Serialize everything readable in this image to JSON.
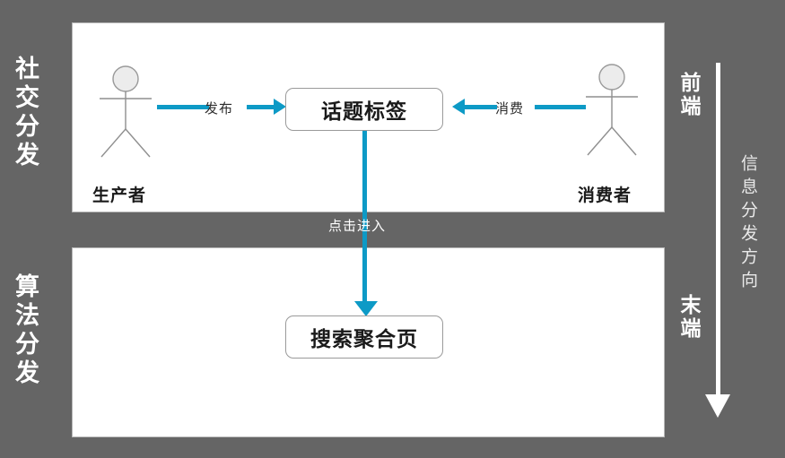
{
  "bands": {
    "social": {
      "label": "社交分发"
    },
    "algorithmic": {
      "label": "算法分发"
    }
  },
  "tiers": {
    "front": {
      "label": "前端"
    },
    "end": {
      "label": "末端"
    },
    "direction": {
      "label": "信息分发方向"
    }
  },
  "actors": {
    "producer": {
      "label": "生产者"
    },
    "consumer": {
      "label": "消费者"
    }
  },
  "nodes": {
    "topic_tag": {
      "label": "话题标签"
    },
    "search_aggregation": {
      "label": "搜索聚合页"
    }
  },
  "edges": {
    "publish": {
      "label": "发布"
    },
    "consume": {
      "label": "消费"
    },
    "click_through": {
      "label": "点击进入"
    }
  },
  "colors": {
    "background": "#656565",
    "panel": "#ffffff",
    "accent_teal": "#0d9ac6",
    "box_border": "#9a9a9a",
    "figure_stroke": "#8f8f8f",
    "figure_head_fill": "#ececec",
    "label_white": "#ffffff",
    "direction_label": "#e9e9e9"
  }
}
